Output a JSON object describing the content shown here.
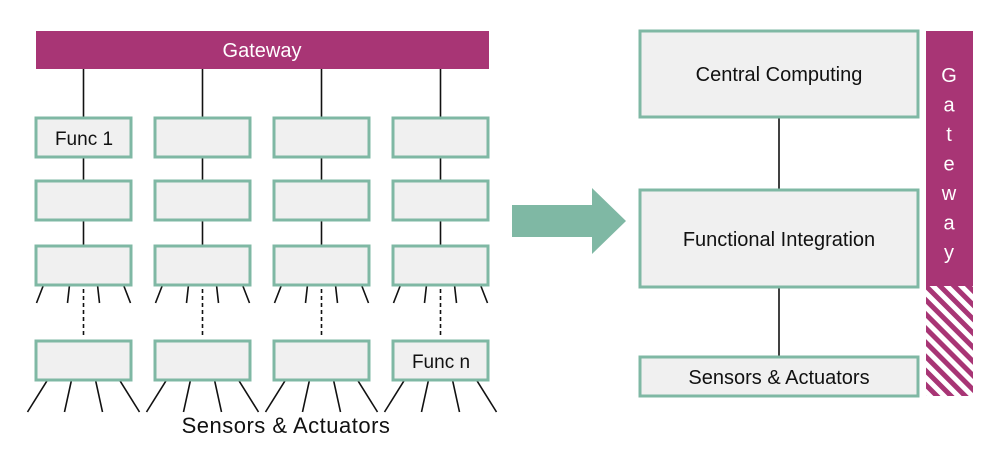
{
  "left_panel": {
    "gateway_label": "Gateway",
    "first_func_label": "Func 1",
    "last_func_label": "Func n",
    "bottom_label": "Sensors & Actuators"
  },
  "right_panel": {
    "central_label": "Central Computing",
    "functional_label": "Functional Integration",
    "sensors_label": "Sensors & Actuators",
    "gateway_letters": [
      "G",
      "a",
      "t",
      "e",
      "w",
      "a",
      "y"
    ]
  },
  "colors": {
    "gateway": "#a83575",
    "box_border": "#7fb8a4",
    "box_fill": "#f0f0f0",
    "arrow": "#7fb8a4",
    "line": "#111111"
  },
  "icons": {
    "transition_arrow": "right-arrow-icon"
  }
}
